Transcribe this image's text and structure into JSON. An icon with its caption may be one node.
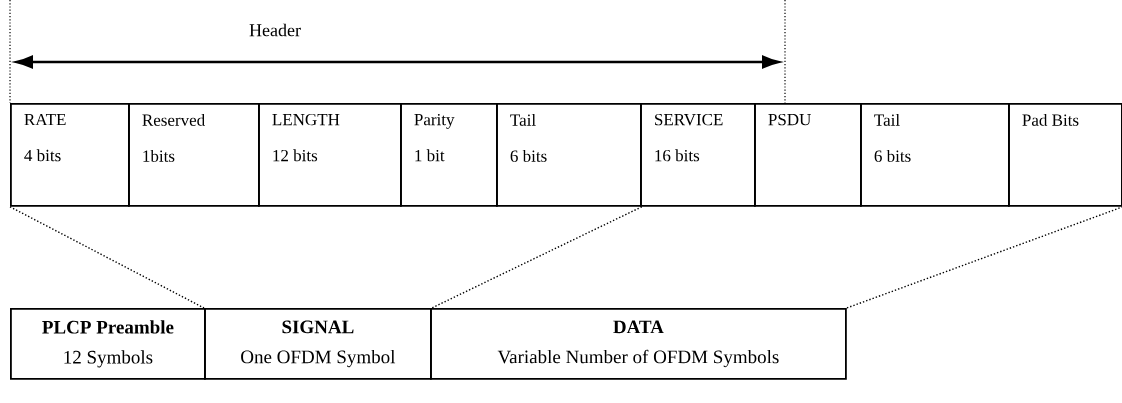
{
  "diagram": {
    "nodes": [
      {
        "text": [
          "RATE",
          "4 bits"
        ]
      },
      {
        "text": [
          "Reserved",
          "1bits"
        ]
      },
      {
        "text": [
          "LENGTH",
          "12 bits"
        ]
      },
      {
        "text": [
          "Parity",
          "1 bit"
        ]
      },
      {
        "text": [
          "Tail",
          "6 bits"
        ]
      },
      {
        "text": [
          "SERVICE",
          "16 bits"
        ]
      },
      {
        "text": [
          "PSDU"
        ]
      },
      {
        "text": [
          "Tail",
          "6 bits"
        ]
      },
      {
        "text": [
          "Pad Bits"
        ]
      },
      {
        "text": [
          "PLCP Preamble",
          "12 Symbols"
        ]
      },
      {
        "text": [
          "SIGNAL",
          "One OFDM Symbol"
        ]
      },
      {
        "text": [
          "DATA",
          "Variable Number of OFDM Symbols"
        ]
      }
    ],
    "edges": [
      {
        "from": 0,
        "to": 10,
        "arrow": "none",
        "style": "dashed"
      },
      {
        "from": 4,
        "to": 10,
        "arrow": "none",
        "style": "dashed"
      },
      {
        "from": 8,
        "to": 11,
        "arrow": "none",
        "style": "dashed"
      }
    ],
    "labels": [
      "Header"
    ]
  }
}
